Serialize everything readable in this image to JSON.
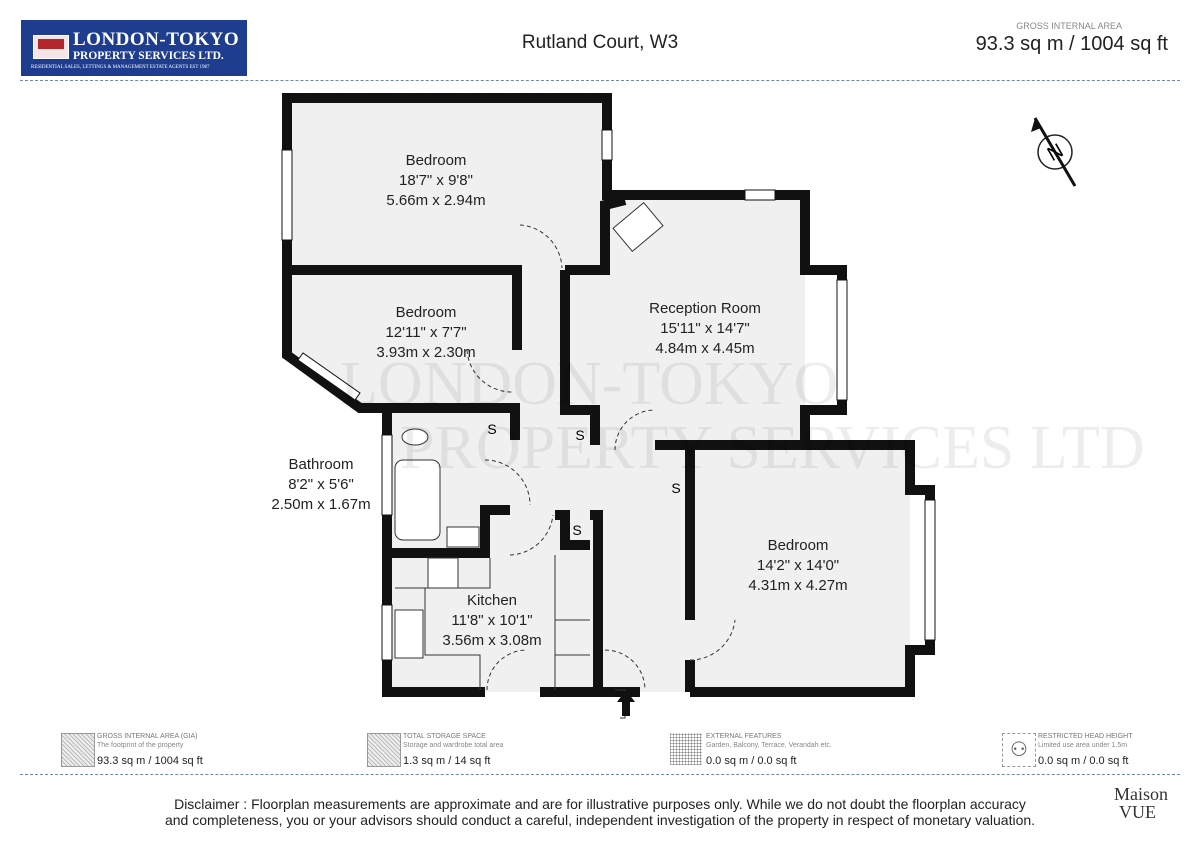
{
  "header": {
    "logo": {
      "line1": "LONDON-TOKYO",
      "line2": "PROPERTY SERVICES LTD.",
      "line3": "RESIDENTIAL SALES, LETTINGS & MANAGEMENT ESTATE AGENTS EST 1987"
    },
    "title": "Rutland Court, W3",
    "gia_label": "GROSS INTERNAL AREA",
    "gia_value": "93.3 sq m / 1004 sq ft"
  },
  "rooms": [
    {
      "name": "Bedroom",
      "imperial": "18'7\" x 9'8\"",
      "metric": "5.66m x 2.94m"
    },
    {
      "name": "Bedroom",
      "imperial": "12'11\" x 7'7\"",
      "metric": "3.93m x 2.30m"
    },
    {
      "name": "Reception Room",
      "imperial": "15'11\" x 14'7\"",
      "metric": "4.84m x 4.45m"
    },
    {
      "name": "Bathroom",
      "imperial": "8'2\" x 5'6\"",
      "metric": "2.50m x 1.67m"
    },
    {
      "name": "Kitchen",
      "imperial": "11'8\" x 10'1\"",
      "metric": "3.56m x 3.08m"
    },
    {
      "name": "Bedroom",
      "imperial": "14'2\" x 14'0\"",
      "metric": "4.31m x 4.27m"
    }
  ],
  "storage_label": "S",
  "compass_label": "N",
  "watermark": {
    "line1": "LONDON-TOKYO",
    "line2": "PROPERTY SERVICES LTD"
  },
  "legend": [
    {
      "title": "GROSS INTERNAL AREA (GIA)",
      "desc": "The footprint of the property",
      "value": "93.3 sq m / 1004 sq ft"
    },
    {
      "title": "TOTAL STORAGE SPACE",
      "desc": "Storage and wardrobe total area",
      "value": "1.3 sq m / 14 sq ft"
    },
    {
      "title": "EXTERNAL FEATURES",
      "desc": "Garden, Balcony, Terrace, Verandah etc.",
      "value": "0.0 sq m / 0.0 sq ft"
    },
    {
      "title": "RESTRICTED HEAD HEIGHT",
      "desc": "Limited use area under 1.5m",
      "value": "0.0 sq m / 0.0 sq ft"
    }
  ],
  "disclaimer": {
    "line1": "Disclaimer : Floorplan measurements are approximate and are for illustrative purposes only. While we do not doubt the floorplan accuracy",
    "line2": "and completeness, you or your advisors should conduct a careful, independent investigation of the property in respect of monetary valuation."
  },
  "brand": {
    "line1": "Maison",
    "line2": "VUE"
  }
}
